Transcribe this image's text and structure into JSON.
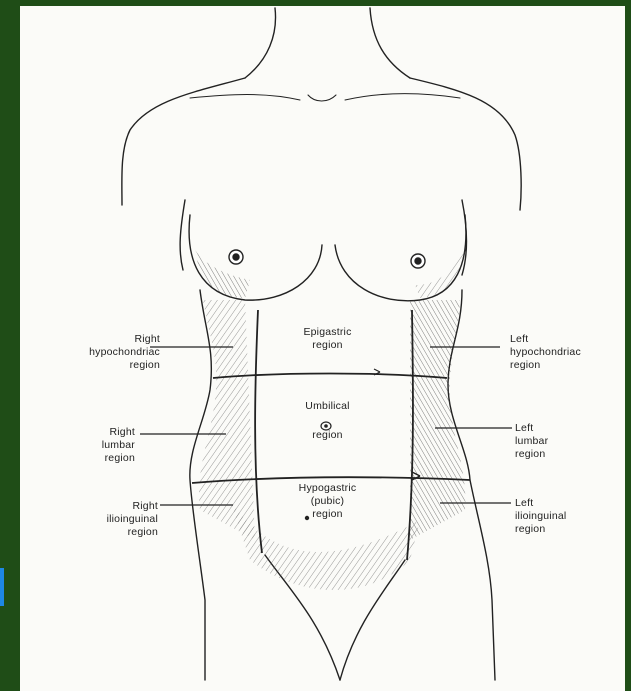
{
  "labels": {
    "right_hypochondriac": [
      "Right",
      "hypochondriac",
      "region"
    ],
    "epigastric": [
      "Epigastric",
      "region"
    ],
    "left_hypochondriac": [
      "Left",
      "hypochondriac",
      "region"
    ],
    "right_lumbar": [
      "Right",
      "lumbar",
      "region"
    ],
    "umbilical": [
      "Umbilical",
      "region"
    ],
    "left_lumbar": [
      "Left",
      "lumbar",
      "region"
    ],
    "right_ilioinguinal": [
      "Right",
      "ilioinguinal",
      "region"
    ],
    "hypogastric": [
      "Hypogastric",
      "(pubic)",
      "region"
    ],
    "left_ilioinguinal": [
      "Left",
      "ilioinguinal",
      "region"
    ]
  },
  "colors": {
    "background": "#1f4d17",
    "panel": "#fbfbf8",
    "ink": "#222222",
    "accent_tab": "#1e88e5"
  }
}
